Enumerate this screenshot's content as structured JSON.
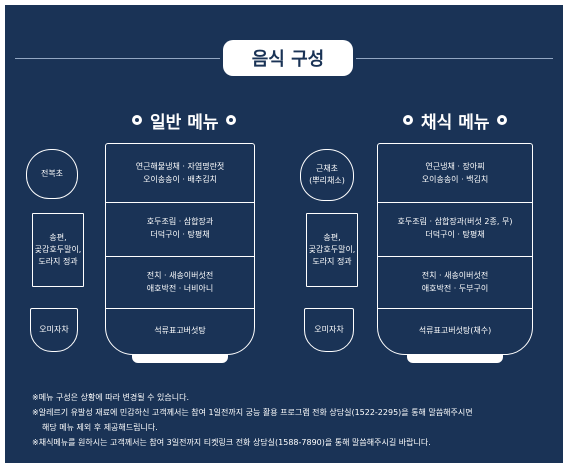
{
  "title": "음식 구성",
  "general": {
    "heading": "일반 메뉴",
    "side": {
      "top": [
        "전복초"
      ],
      "middle": [
        "송편,",
        "곶감호두말이,",
        "도라지 정과"
      ],
      "bottom": [
        "오미자차"
      ]
    },
    "rows": [
      [
        "연근해물냉채 · 자염명란젓",
        "오이송송이 · 배추김치"
      ],
      [
        "호두조림 · 삼합장과",
        "더덕구이 · 탕평채"
      ],
      [
        "전치 · 새송이버섯전",
        "애호박전 · 너비아니"
      ],
      [
        "석류표고버섯탕"
      ]
    ]
  },
  "vegetarian": {
    "heading": "채식 메뉴",
    "side": {
      "top": [
        "근채초",
        "(뿌리채소)"
      ],
      "middle": [
        "송편,",
        "곶감호두말이,",
        "도라지 정과"
      ],
      "bottom": [
        "오미자차"
      ]
    },
    "rows": [
      [
        "연근냉채 · 장아찌",
        "오이송송이 · 백김치"
      ],
      [
        "호두조림 · 삼합장과(버섯 2종, 무)",
        "더덕구이 · 탕평채"
      ],
      [
        "전치 · 새송이버섯전",
        "애호박전 · 두부구이"
      ],
      [
        "석류표고버섯탕(채수)"
      ]
    ]
  },
  "notes": [
    "※메뉴 구성은 상황에 따라 변경될 수 있습니다.",
    "※알레르기 유발성 재료에 민감하신 고객께서는 참여 1일전까지 궁능 활용 프로그램 전화 상담실(1522-2295)을 통해 말씀해주시면",
    "해당 메뉴 제외 후 제공해드립니다.",
    "※채식메뉴를 원하시는 고객께서는 참여 3일전까지 티켓링크 전화 상담실(1588-7890)을 통해 말씀해주시길 바랍니다."
  ]
}
